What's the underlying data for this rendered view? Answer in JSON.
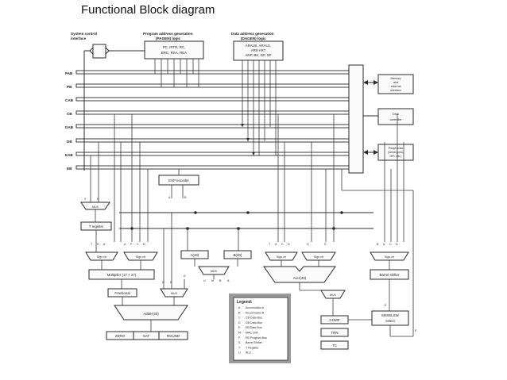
{
  "slide_title": "Functional Block diagram",
  "header": {
    "system_control": [
      "System control",
      "interface"
    ],
    "program_address": [
      "Program address generation",
      "(PAGEN) logic"
    ],
    "data_address": [
      "Data address generation",
      "(DAGEN) logic"
    ]
  },
  "pagen_box": [
    "PC, IPTR, RC,",
    "BRC, RSA, REA"
  ],
  "dagen_box": [
    "ARAU0, ARAU1,",
    "AR0-AR7",
    "ARP, BK, DP, SP"
  ],
  "buses": [
    "PAB",
    "PB",
    "CAB",
    "CB",
    "DAB",
    "DB",
    "EAB",
    "EB"
  ],
  "right_blocks": {
    "memory": [
      "Memory",
      "and",
      "external",
      "interface"
    ],
    "dma": [
      "DMA",
      "controller"
    ],
    "peripherals": [
      "Peripherals",
      "(serial ports,",
      "HPI, etc.)"
    ]
  },
  "exp_encoder": "EXP encoder",
  "labels": {
    "mux": "MUX",
    "treg": "T register",
    "sign_ctr": "Sign ctr",
    "multiplier": "Multiplier (17 × 17)",
    "fractional": "Fractional",
    "adder": "Adder(40)",
    "zero": "ZERO",
    "sat": "SAT",
    "round": "ROUND",
    "acc_a": "A(40)",
    "acc_b": "B(40)",
    "alu": "ALU(40)",
    "barrel": "Barrel shifter",
    "comp": "COMP",
    "trn": "TRN",
    "tc": "TC",
    "msw": [
      "MSW/LSW",
      "select"
    ],
    "e": "E"
  },
  "legend": {
    "title": "Legend:",
    "items": [
      [
        "A",
        "Accumulator A"
      ],
      [
        "B",
        "Accumulator B"
      ],
      [
        "C",
        "CB Data Bus"
      ],
      [
        "D",
        "DB Data Bus"
      ],
      [
        "E",
        "EB Data Bus"
      ],
      [
        "M",
        "MAC Unit"
      ],
      [
        "P",
        "PB Program Bus"
      ],
      [
        "S",
        "Barrel Shifter"
      ],
      [
        "T",
        "T Register"
      ],
      [
        "U",
        "ALU"
      ]
    ]
  },
  "pins": {
    "x": "X",
    "d": "D",
    "a": "A",
    "b": "B",
    "c": "C",
    "t": "T",
    "p": "P",
    "s": "S",
    "m": "M",
    "u": "U",
    "e": "E"
  }
}
